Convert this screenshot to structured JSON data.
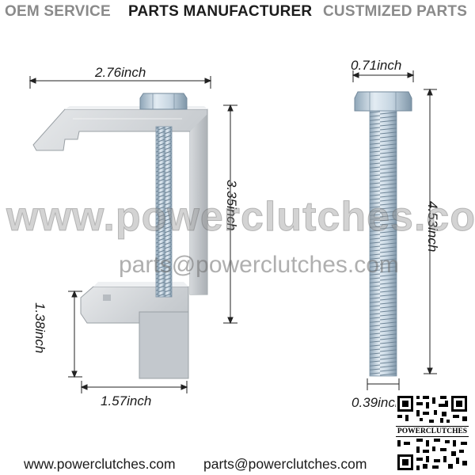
{
  "header": {
    "oem_service": "OEM SERVICE",
    "parts_manufacturer": "PARTS MANUFACTURER",
    "customized_parts": "CUSTMIZED PARTS"
  },
  "dimensions": {
    "clamp_width": "2.76inch",
    "clamp_height": "3.35inch",
    "jaw_height": "1.38inch",
    "jaw_width": "1.57inch",
    "bolt_head_width": "0.71inch",
    "bolt_length": "4.53inch",
    "bolt_diameter": "0.39inch"
  },
  "watermark": {
    "site": "www.powerclutches.com",
    "email": "parts@powerclutches.com"
  },
  "qr": {
    "label": "POWERCLUTCHES"
  },
  "footer": {
    "website": "www.powerclutches.com",
    "email": "parts@powerclutches.com"
  },
  "colors": {
    "header_dark": "#1c1c1c",
    "header_gray": "#8a8a8a",
    "aluminum": "#cfd3d6",
    "zinc_bolt": "#b9cbd9"
  }
}
